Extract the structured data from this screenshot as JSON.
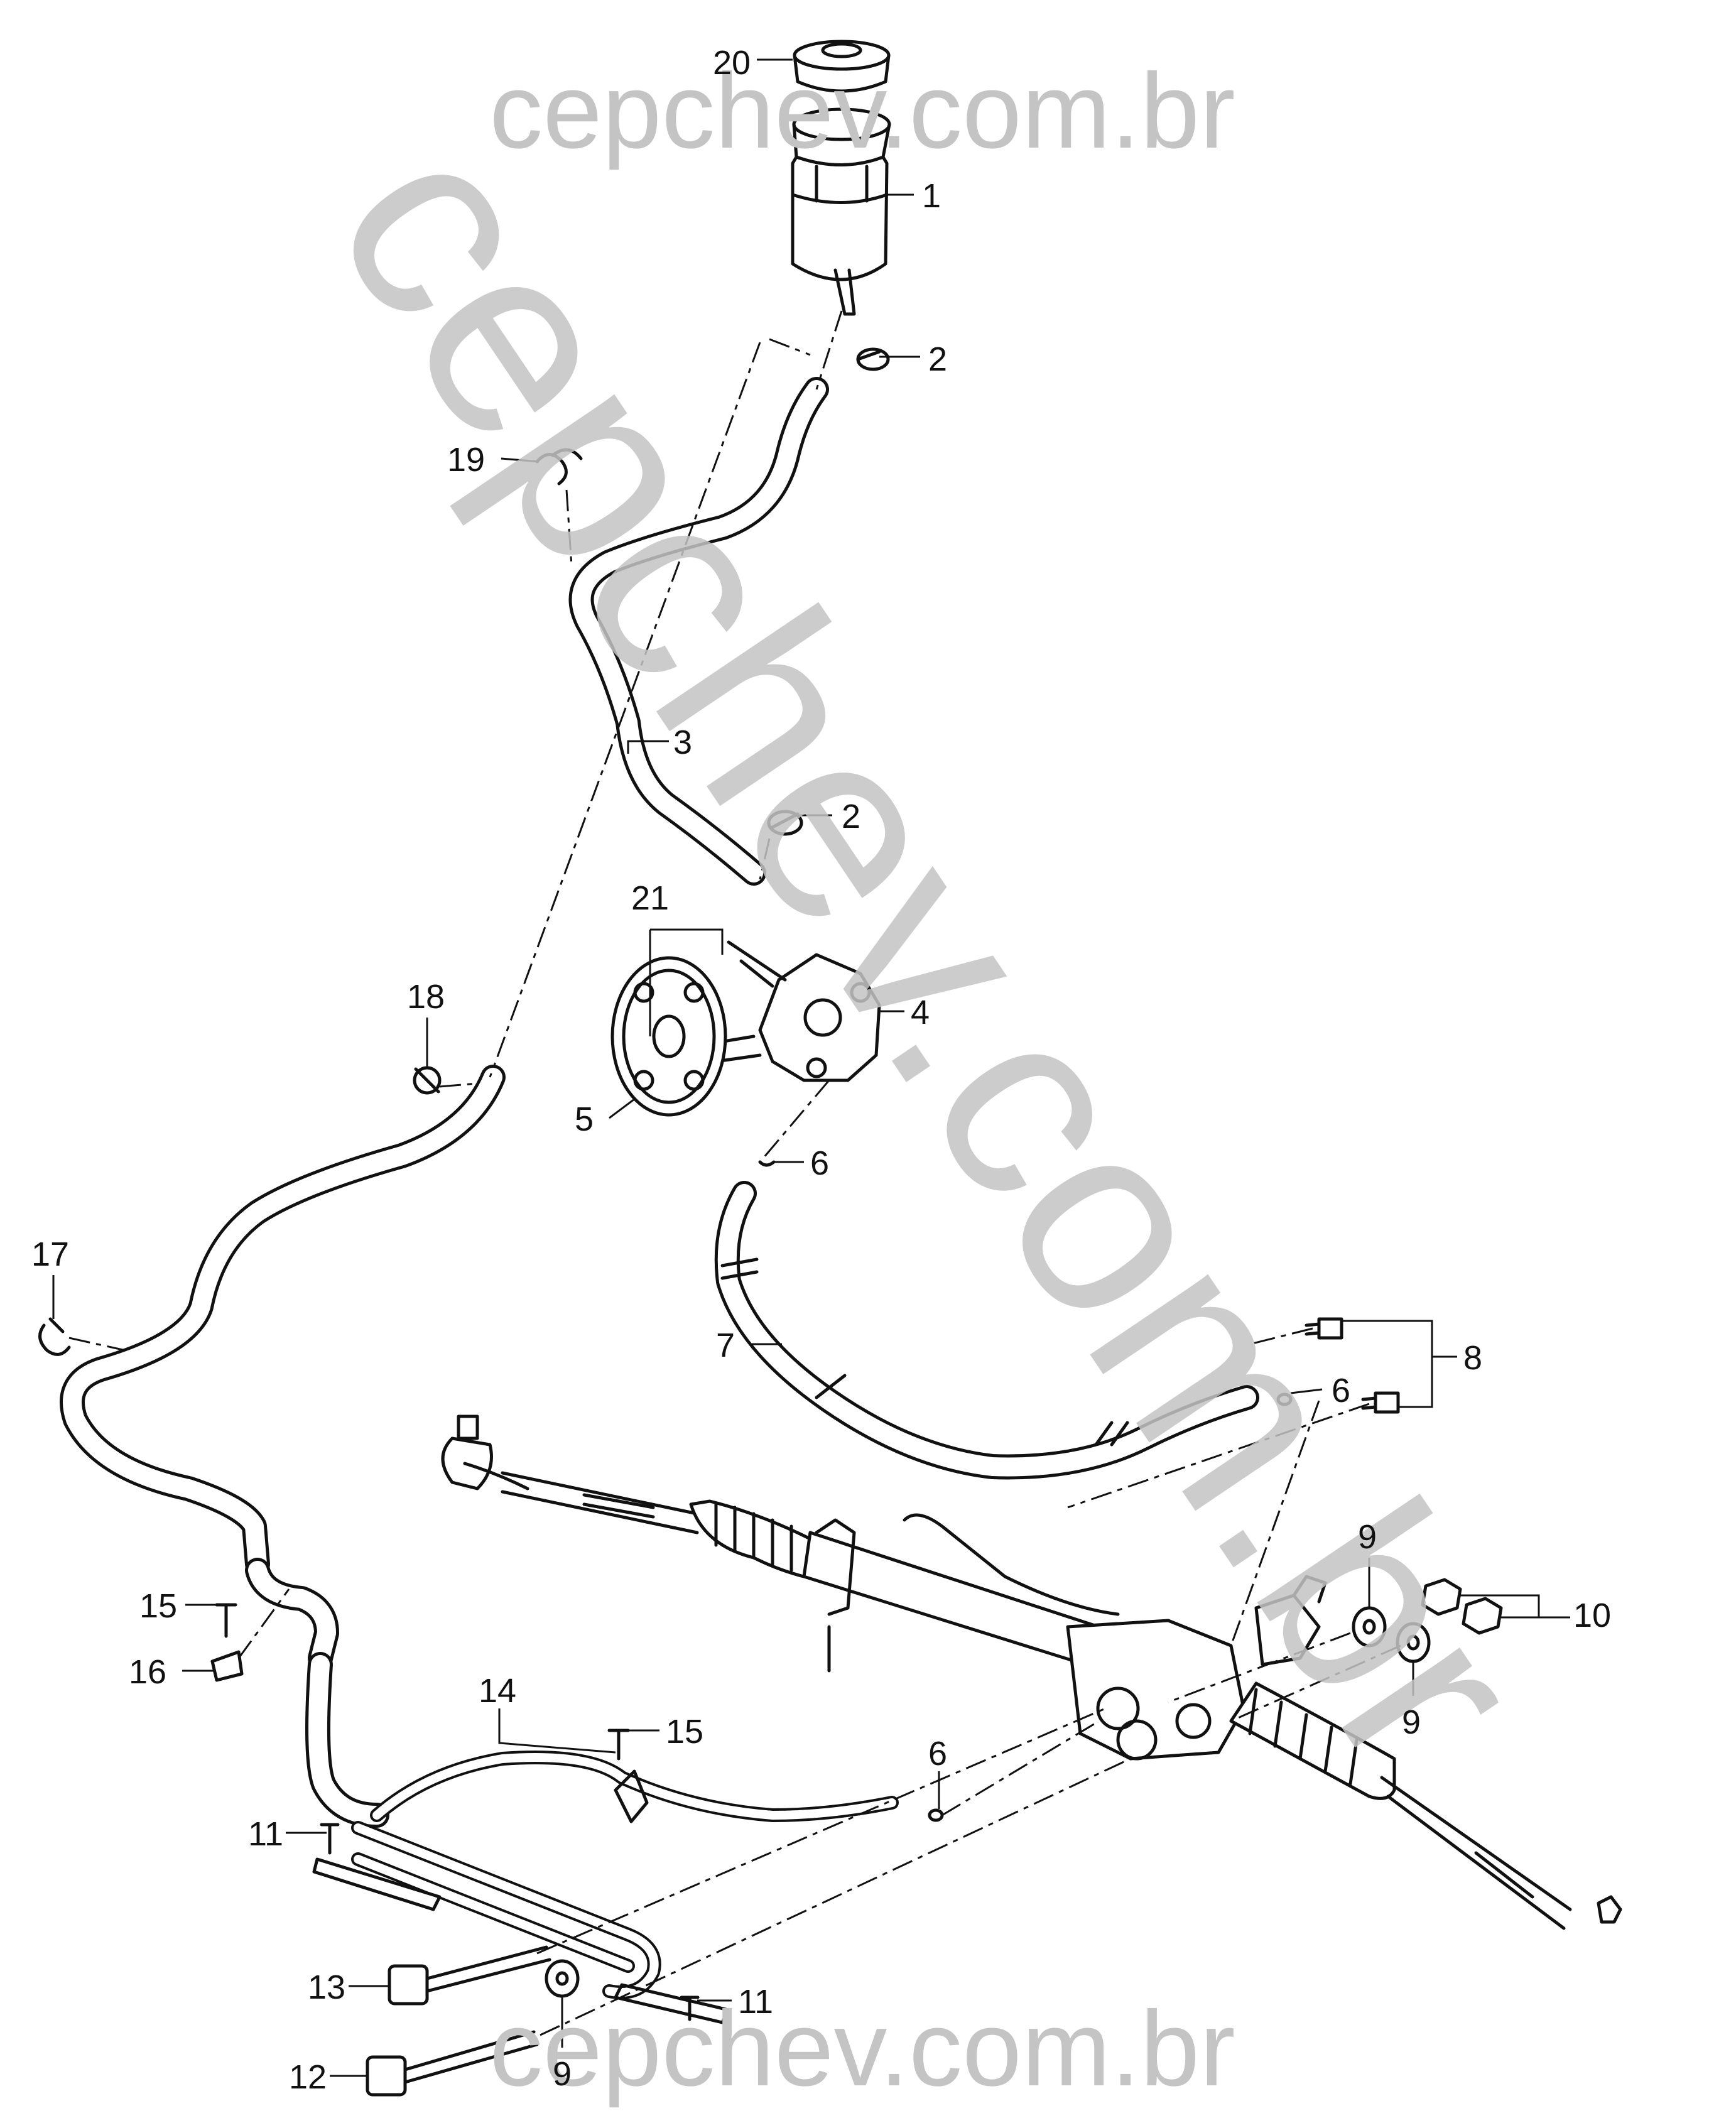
{
  "watermarks": {
    "top": "cepchev.com.br",
    "diagonal": "cepchev.com.br",
    "bottom": "cepchev.com.br"
  },
  "callouts": {
    "c1": "1",
    "c2a": "2",
    "c2b": "2",
    "c3": "3",
    "c4": "4",
    "c5": "5",
    "c6a": "6",
    "c6b": "6",
    "c6c": "6",
    "c7": "7",
    "c8": "8",
    "c9a": "9",
    "c9b": "9",
    "c9c": "9",
    "c10": "10",
    "c11a": "11",
    "c11b": "11",
    "c12": "12",
    "c13": "13",
    "c14": "14",
    "c15a": "15",
    "c15b": "15",
    "c16": "16",
    "c17": "17",
    "c18": "18",
    "c19": "19",
    "c20": "20",
    "c21": "21"
  }
}
